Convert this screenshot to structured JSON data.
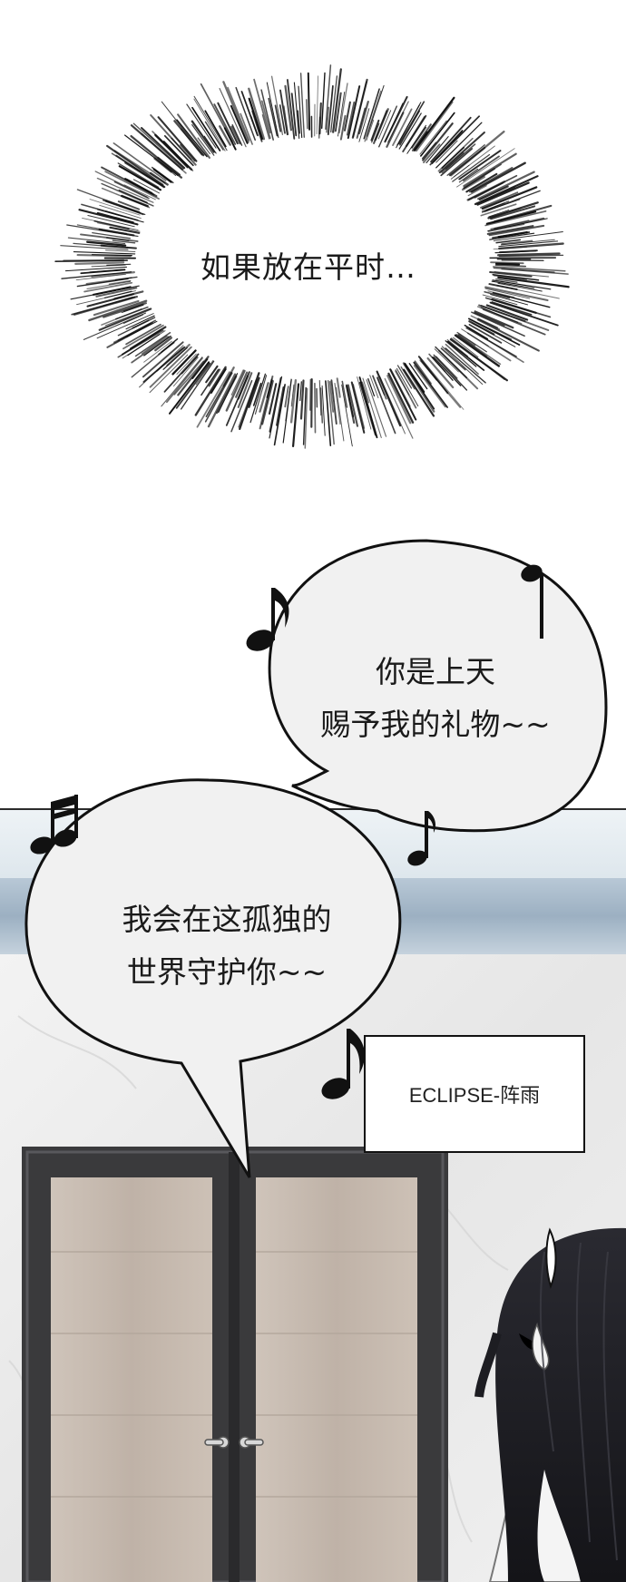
{
  "panel1": {
    "thought_text": "如果放在平时…"
  },
  "panel2": {
    "bubble_top": {
      "line1": "你是上天",
      "line2": "赐予我的礼物~~"
    },
    "bubble_left": {
      "line1": "我会在这孤独的",
      "line2": "世界守护你~~"
    },
    "caption": "ECLIPSE-阵雨"
  },
  "colors": {
    "page_background": "#ffffff",
    "wall_top": "#e7edf1",
    "wall_band": "#a7b9c9",
    "marble": "#ececec",
    "door_frame": "#3a3a3c",
    "door_wood": "#c8bcb2",
    "hair": "#1d1d22",
    "bubble_fill": "#f1f1f1",
    "ink": "#111111"
  },
  "icons": [
    "eighth-note-icon",
    "beamed-notes-icon",
    "quarter-note-icon"
  ]
}
